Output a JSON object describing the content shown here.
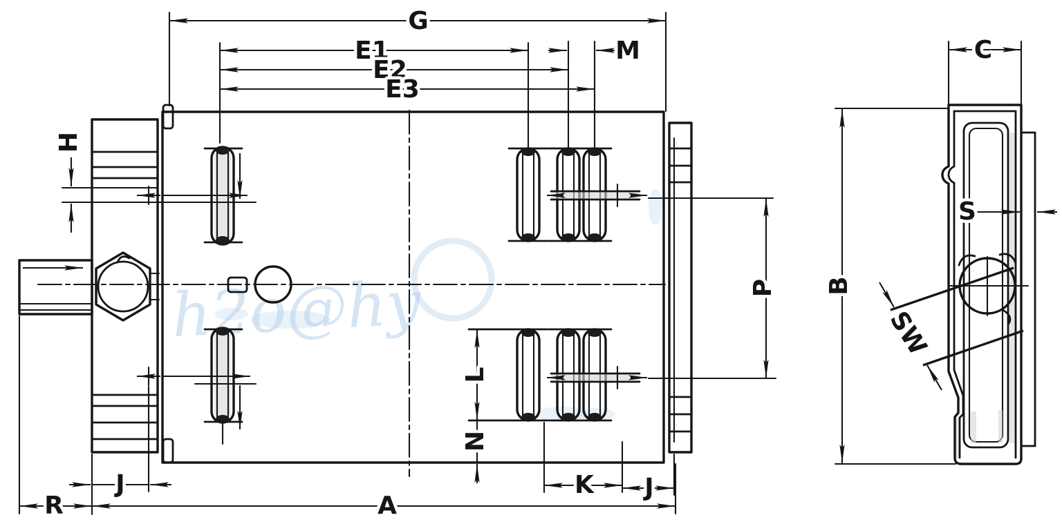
{
  "drawing": {
    "front_view": {
      "dims": {
        "G": "G",
        "E1": "E1",
        "E2": "E2",
        "E3": "E3",
        "M": "M",
        "H": "H",
        "J_LEFT": "J",
        "R": "R",
        "A": "A",
        "K": "K",
        "J_RIGHT": "J",
        "L": "L",
        "N": "N",
        "P": "P"
      }
    },
    "side_view": {
      "dims": {
        "B": "B",
        "C": "C",
        "S": "S",
        "SW": "SW"
      }
    },
    "watermark_text": "h2o@hy"
  },
  "colors": {
    "ink": "#151515",
    "paper": "#ffffff",
    "watermark": "#aecde8"
  }
}
